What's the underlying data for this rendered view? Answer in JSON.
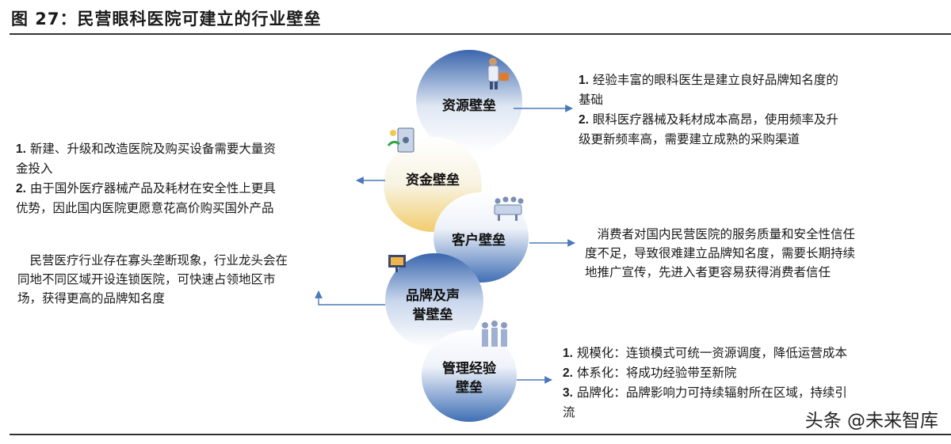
{
  "title": "图 27：民营眼科医院可建立的行业壁垒",
  "barriers": [
    {
      "label": "资源壁垒",
      "label_lines": [
        "资源壁垒"
      ]
    },
    {
      "label": "资金壁垒",
      "label_lines": [
        "资金壁垒"
      ]
    },
    {
      "label": "客户壁垒",
      "label_lines": [
        "客户壁垒"
      ]
    },
    {
      "label": "品牌及声誉壁垒",
      "label_lines": [
        "品牌及声",
        "誉壁垒"
      ]
    },
    {
      "label": "管理经验壁垒",
      "label_lines": [
        "管理经验",
        "壁垒"
      ]
    }
  ],
  "descriptions": {
    "resource": {
      "lines": [
        {
          "num": "1.",
          "text": " 经验丰富的眼科医生是建立良好品牌知名度的"
        },
        {
          "num": "",
          "text": "基础"
        },
        {
          "num": "2.",
          "text": " 眼科医疗器械及耗材成本高昂，使用频率及升"
        },
        {
          "num": "",
          "text": "级更新频率高，需要建立成熟的采购渠道"
        }
      ]
    },
    "capital": {
      "lines": [
        {
          "num": "1.",
          "text": " 新建、升级和改造医院及购买设备需要大量资"
        },
        {
          "num": "",
          "text": "金投入"
        },
        {
          "num": "2.",
          "text": " 由于国外医疗器械产品及耗材在安全性上更具"
        },
        {
          "num": "",
          "text": "优势，因此国内医院更愿意花高价购买国外产品"
        }
      ]
    },
    "customer": {
      "lines": [
        {
          "num": "",
          "text": "　消费者对国内民营医院的服务质量和安全性信任"
        },
        {
          "num": "",
          "text": "度不足，导致很难建立品牌知名度，需要长期持续"
        },
        {
          "num": "",
          "text": "地推广宣传，先进入者更容易获得消费者信任"
        }
      ]
    },
    "brand": {
      "lines": [
        {
          "num": "",
          "text": "　民营医疗行业存在寡头垄断现象，行业龙头会在"
        },
        {
          "num": "",
          "text": "同地不同区域开设连锁医院，可快速占领地区市"
        },
        {
          "num": "",
          "text": "场，获得更高的品牌知名度"
        }
      ]
    },
    "management": {
      "lines": [
        {
          "num": "1.",
          "text": " 规模化：连锁模式可统一资源调度，降低运营成本"
        },
        {
          "num": "2.",
          "text": " 体系化：将成功经验带至新院"
        },
        {
          "num": "3.",
          "text": " 品牌化：品牌影响力可持续辐射所在区域，持续引"
        },
        {
          "num": "",
          "text": "流"
        }
      ]
    }
  },
  "watermark": "头条 @未来智库",
  "colors": {
    "circle_blue": "#3f6fb5",
    "circle_light": "#dfe7f3",
    "circle_yellow": "#f3d27a",
    "arrow": "#4a78b8"
  }
}
